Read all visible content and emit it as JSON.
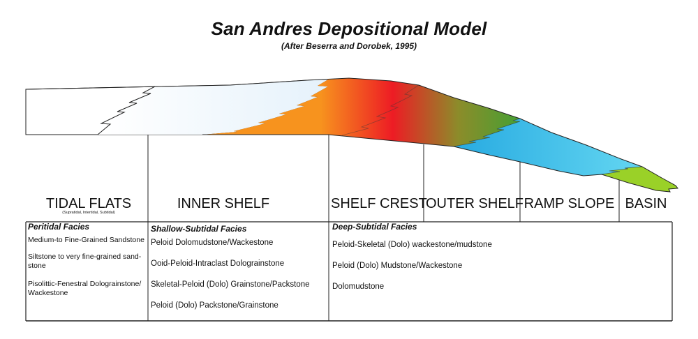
{
  "title": "San Andres Depositional Model",
  "subtitle": "(After Beserra and Dorobek, 1995)",
  "zones": [
    {
      "label": "TIDAL FLATS",
      "sublabel": "(Supratidal, Intertidal, Subtidal)"
    },
    {
      "label": "INNER SHELF"
    },
    {
      "label": "SHELF CREST"
    },
    {
      "label": "OUTER SHELF"
    },
    {
      "label": "RAMP SLOPE"
    },
    {
      "label": "BASIN"
    }
  ],
  "facies": [
    {
      "heading": "Peritidal Facies",
      "items": [
        "Medium-to Fine-Grained Sandstone",
        "Siltstone to very fine-grained sand-\nstone",
        "Pisolittic-Fenestral Dolograinstone/\nWackestone"
      ]
    },
    {
      "heading": "Shallow-Subtidal Facies",
      "items": [
        "Peloid Dolomudstone/Wackestone",
        "Ooid-Peloid-Intraclast Dolograinstone",
        "Skeletal-Peloid (Dolo) Grainstone/Packstone",
        "Peloid (Dolo) Packstone/Grainstone"
      ]
    },
    {
      "heading": "Deep-Subtidal Facies",
      "items": [
        "Peloid-Skeletal (Dolo) wackestone/mudstone",
        "Peloid (Dolo) Mudstone/Wackestone",
        "Dolomudstone"
      ]
    }
  ],
  "colors": {
    "tidal_flat": "#ffffff",
    "pale_blue": "#e6f2fb",
    "orange": "#f7931e",
    "red": "#ed1c24",
    "olive": "#8c8c2a",
    "green": "#3aa335",
    "sky_blue": "#27aae1",
    "light_cyan": "#5fd3f0",
    "basin_lime": "#9ad128",
    "outline": "#222222"
  }
}
